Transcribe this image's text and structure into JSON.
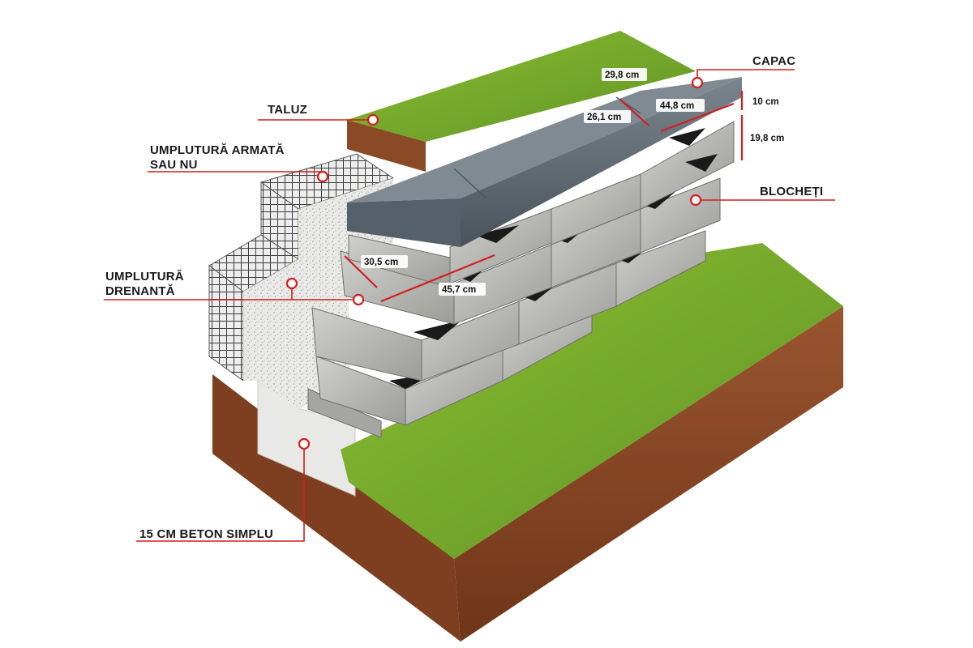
{
  "labels": {
    "taluz": "TALUZ",
    "umplutura_armata_line1": "UMPLUTURĂ ARMATĂ",
    "umplutura_armata_line2": "SAU NU",
    "umplutura_drenanta_line1": "UMPLUTURĂ",
    "umplutura_drenanta_line2": "DRENANTĂ",
    "beton": "15 CM BETON SIMPLU",
    "capac": "CAPAC",
    "blocheti": "BLOCHEȚI"
  },
  "dimensions": {
    "capac_width": "29,8 cm",
    "capac_length": "44,8 cm",
    "capac_depth": "26,1 cm",
    "capac_height": "10 cm",
    "block_height": "19,8 cm",
    "block_depth": "30,5 cm",
    "block_length": "45,7 cm"
  },
  "colors": {
    "accent": "#d21f1f",
    "grass": "#7cad2c",
    "soil": "#8b4a26",
    "block": "#b9b9b6",
    "cap": "#5d6770",
    "fill": "#e6e6e4",
    "concrete": "#eaeae8"
  }
}
